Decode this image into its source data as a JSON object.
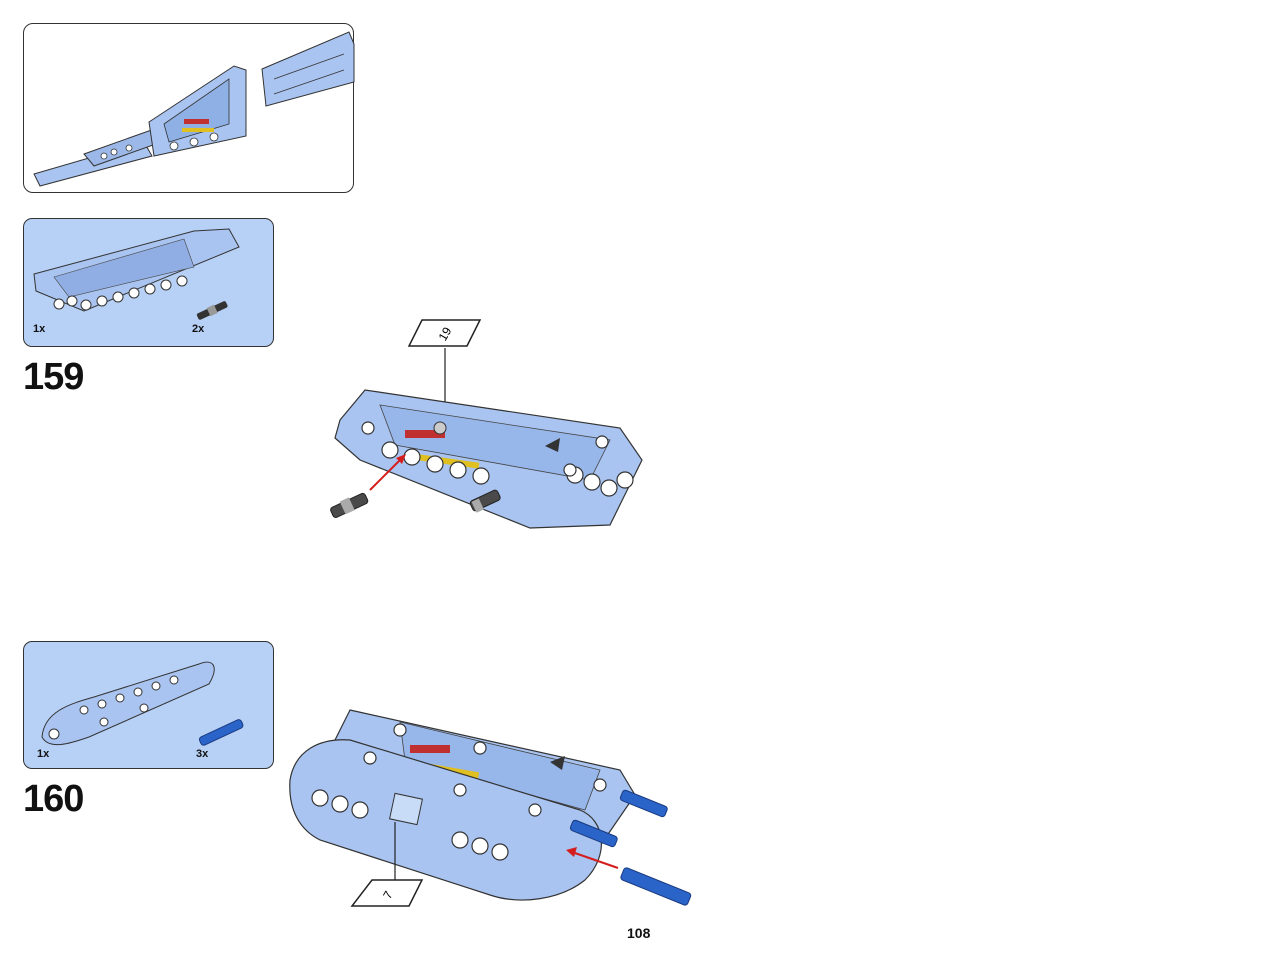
{
  "page": {
    "number": "108"
  },
  "colors": {
    "part_blue": "#a9c4f0",
    "part_blue_dark": "#6f8fc7",
    "panel_bg": "#b7d0f5",
    "pin_blue": "#2a64c8",
    "arrow_red": "#d41e1e",
    "outline": "#333333"
  },
  "steps": [
    {
      "number": "159",
      "parts": [
        {
          "icon": "wing-panel-icon",
          "qty": "1x"
        },
        {
          "icon": "black-pin-icon",
          "qty": "2x"
        }
      ],
      "sticker_number": "19"
    },
    {
      "number": "160",
      "parts": [
        {
          "icon": "curved-panel-icon",
          "qty": "1x"
        },
        {
          "icon": "blue-axle-pin-icon",
          "qty": "3x"
        }
      ],
      "sticker_number": "7"
    }
  ]
}
